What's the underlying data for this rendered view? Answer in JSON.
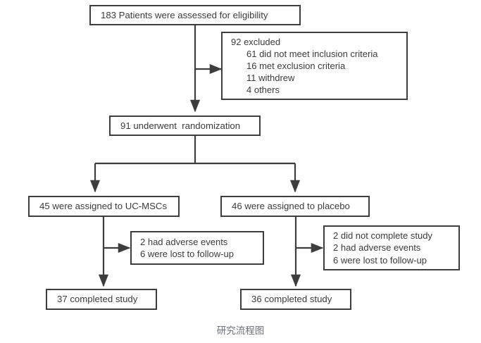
{
  "diagram": {
    "title_caption": "研究流程图",
    "nodes": {
      "enrollment": {
        "text": "183 Patients were assessed for eligibility"
      },
      "excluded": {
        "heading": "92 excluded",
        "reasons": [
          "61 did not meet inclusion criteria",
          "16 met exclusion criteria",
          "11 withdrew",
          "4 others"
        ]
      },
      "randomization": {
        "text": "91 underwent  randomization"
      },
      "arm_treatment": {
        "text": "45 were assigned to UC-MSCs"
      },
      "arm_placebo": {
        "text": "46 were assigned to placebo"
      },
      "dropout_treatment": {
        "lines": [
          "2 had adverse events",
          "6 were lost to follow-up"
        ]
      },
      "dropout_placebo": {
        "lines": [
          "2 did not complete study",
          "2 had adverse events",
          "6 were lost to follow-up"
        ]
      },
      "completed_treatment": {
        "text": "37 completed study"
      },
      "completed_placebo": {
        "text": "36 completed study"
      }
    },
    "colors": {
      "stroke": "#3d3d3d",
      "text": "#3b3b3b",
      "caption": "#6b6f78",
      "background": "#ffffff"
    }
  }
}
